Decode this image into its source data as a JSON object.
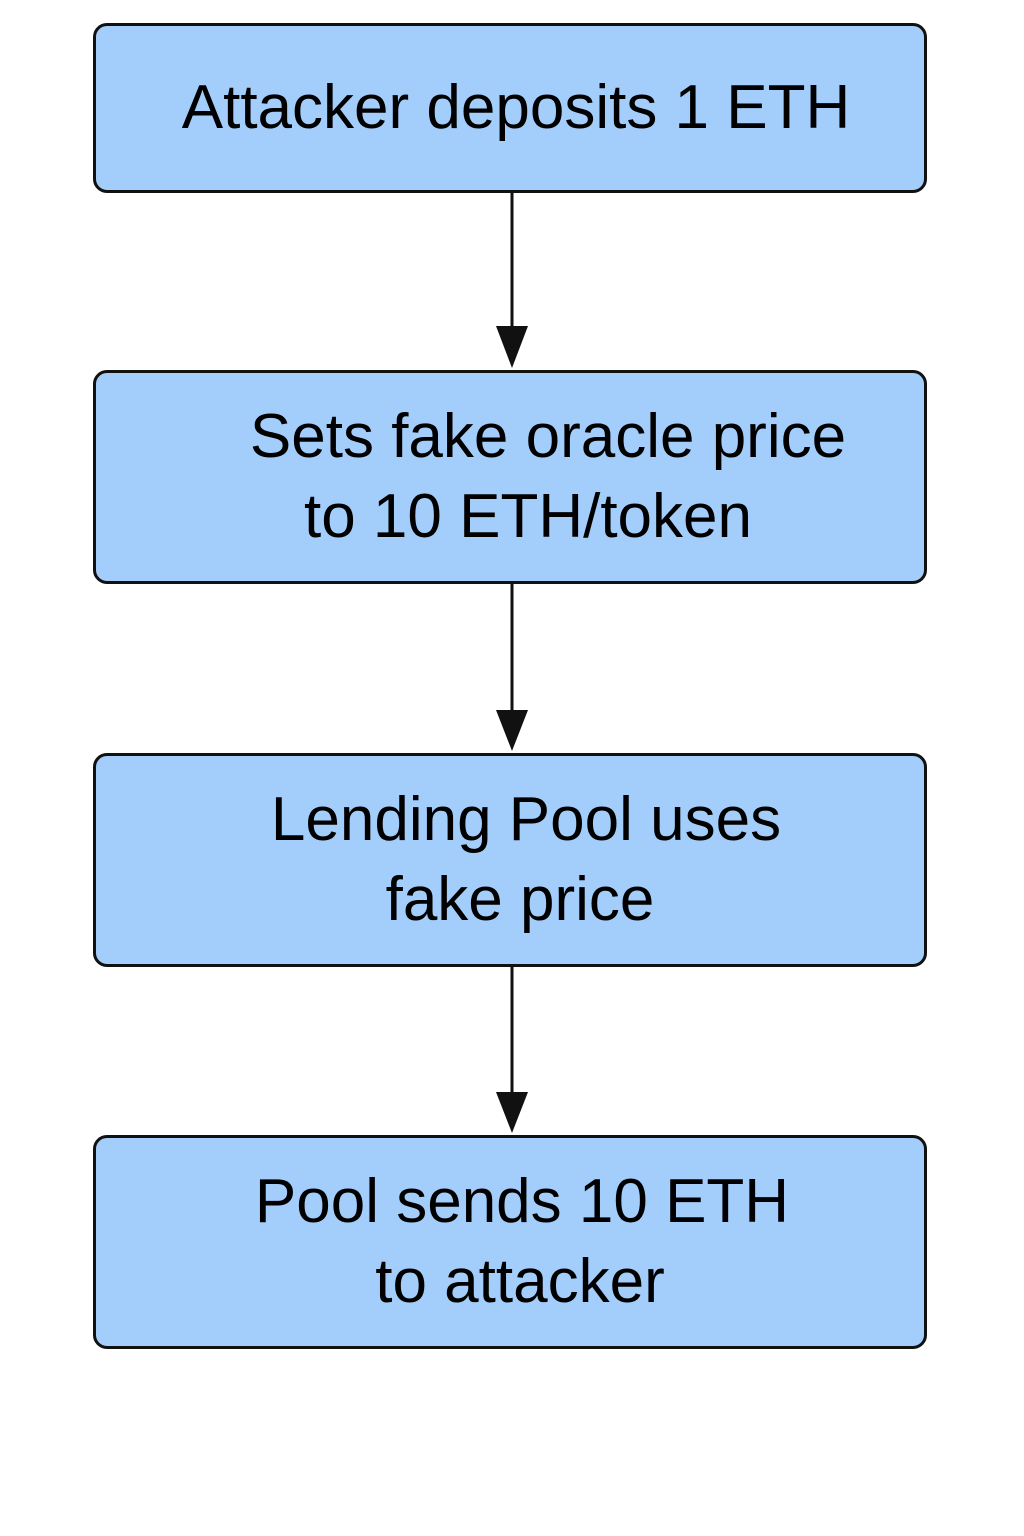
{
  "diagram": {
    "steps": [
      {
        "lines": [
          "Attacker deposits 1 ETH"
        ]
      },
      {
        "lines": [
          "Sets fake oracle price",
          "to 10 ETH/token"
        ]
      },
      {
        "lines": [
          "Lending Pool uses",
          "fake price"
        ]
      },
      {
        "lines": [
          "Pool sends 10 ETH",
          "to attacker"
        ]
      }
    ],
    "colors": {
      "box_fill": "#a3cdfb",
      "box_border": "#111111",
      "arrow": "#111111",
      "text": "#000000",
      "background": "#ffffff"
    }
  }
}
